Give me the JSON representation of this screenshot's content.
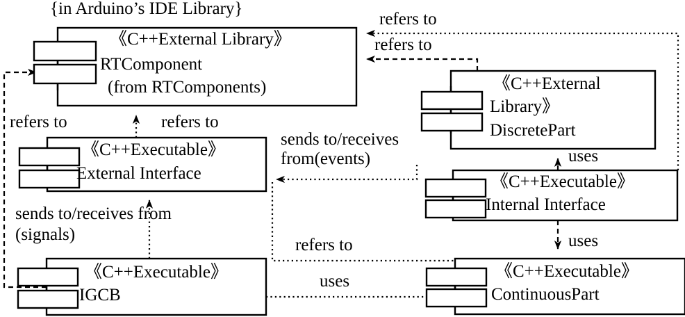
{
  "diagram": {
    "title_note": "{in Arduino’s IDE Library}",
    "components": [
      {
        "id": "rtcomponent",
        "stereotype": "《C++External Library》",
        "name": "RTComponent",
        "sub": "(from RTComponents)"
      },
      {
        "id": "discretepart",
        "stereotype_line1": "《C++External",
        "stereotype_line2": "Library》",
        "name": "DiscretePart"
      },
      {
        "id": "external-interface",
        "stereotype": "《C++Executable》",
        "name": "External Interface"
      },
      {
        "id": "internal-interface",
        "stereotype": "《C++Executable》",
        "name": "Internal Interface"
      },
      {
        "id": "igcb",
        "stereotype": "《C++Executable》",
        "name": "IGCB"
      },
      {
        "id": "continuouspart",
        "stereotype": "《C++Executable》",
        "name": "ContinuousPart"
      }
    ],
    "edges": [
      {
        "id": "e1",
        "label": "refers to",
        "from": "internal-interface",
        "to": "rtcomponent"
      },
      {
        "id": "e2",
        "label": "refers to",
        "from": "discretepart",
        "to": "rtcomponent"
      },
      {
        "id": "e3",
        "label": "refers to",
        "from": "igcb",
        "to": "rtcomponent"
      },
      {
        "id": "e4",
        "label": "refers to",
        "from": "external-interface",
        "to": "rtcomponent"
      },
      {
        "id": "e5",
        "label": "sends to/receives",
        "label2": "from(events)",
        "from": "internal-interface",
        "to": "external-interface"
      },
      {
        "id": "e6",
        "label": "sends to/receives from",
        "label2": "(signals)",
        "from": "igcb",
        "to": "external-interface"
      },
      {
        "id": "e7",
        "label": "uses",
        "from": "internal-interface",
        "to": "discretepart"
      },
      {
        "id": "e8",
        "label": "uses",
        "from": "internal-interface",
        "to": "continuouspart"
      },
      {
        "id": "e9",
        "label": "refers to",
        "from": "external-interface",
        "to": "continuouspart"
      },
      {
        "id": "e10",
        "label": "uses",
        "from": "igcb",
        "to": "continuouspart"
      }
    ]
  }
}
